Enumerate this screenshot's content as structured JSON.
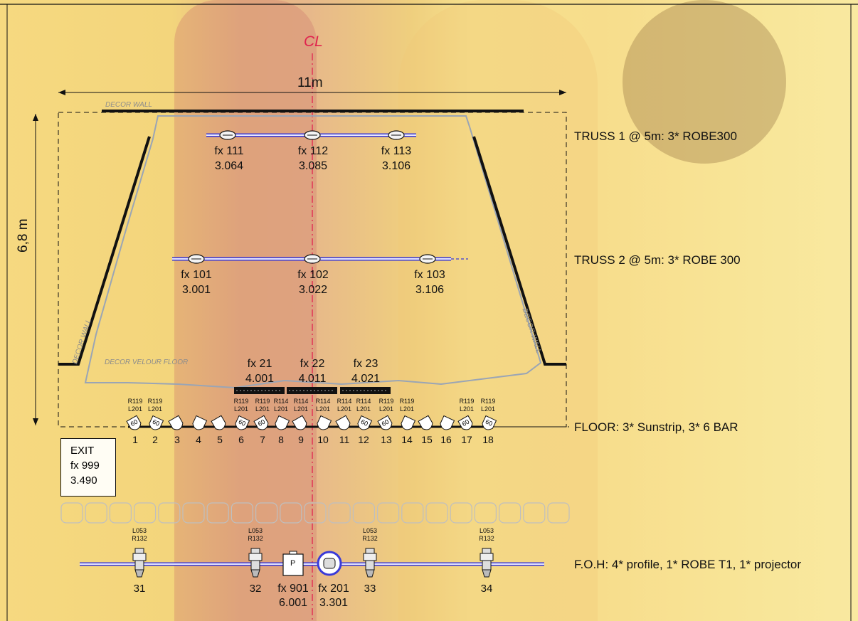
{
  "center_line": "CL",
  "width_dim": "11m",
  "depth_dim": "6,8 m",
  "decor_labels": {
    "top": "DECOR WALL",
    "left": "DECOR WALL",
    "right": "DECOR WALL",
    "floor": "DECOR VELOUR FLOOR"
  },
  "truss1": {
    "label": "TRUSS 1 @ 5m: 3* ROBE300",
    "fixtures": [
      {
        "name": "fx 111",
        "addr": "3.064"
      },
      {
        "name": "fx 112",
        "addr": "3.085"
      },
      {
        "name": "fx 113",
        "addr": "3.106"
      }
    ]
  },
  "truss2": {
    "label": "TRUSS 2 @ 5m: 3* ROBE 300",
    "fixtures": [
      {
        "name": "fx 101",
        "addr": "3.001"
      },
      {
        "name": "fx 102",
        "addr": "3.022"
      },
      {
        "name": "fx 103",
        "addr": "3.106"
      }
    ]
  },
  "sunstrips": [
    {
      "name": "fx 21",
      "addr": "4.001"
    },
    {
      "name": "fx 22",
      "addr": "4.011"
    },
    {
      "name": "fx 23",
      "addr": "4.021"
    }
  ],
  "floor": {
    "label": "FLOOR: 3* Sunstrip, 3* 6 BAR",
    "lamps": [
      {
        "n": "1",
        "gel": [
          "R119",
          "L201"
        ],
        "t": "60"
      },
      {
        "n": "2",
        "gel": [
          "R119",
          "L201"
        ],
        "t": "60"
      },
      {
        "n": "3",
        "gel": [],
        "t": ""
      },
      {
        "n": "4",
        "gel": [],
        "t": ""
      },
      {
        "n": "5",
        "gel": [],
        "t": ""
      },
      {
        "n": "6",
        "gel": [
          "R119",
          "L201"
        ],
        "t": "60"
      },
      {
        "n": "7",
        "gel": [
          "R119",
          "L201"
        ],
        "t": "60"
      },
      {
        "n": "8",
        "gel": [
          "R114",
          "L201"
        ],
        "t": ""
      },
      {
        "n": "9",
        "gel": [
          "R114",
          "L201"
        ],
        "t": ""
      },
      {
        "n": "10",
        "gel": [
          "R114",
          "L201"
        ],
        "t": ""
      },
      {
        "n": "11",
        "gel": [
          "R114",
          "L201"
        ],
        "t": ""
      },
      {
        "n": "12",
        "gel": [
          "R114",
          "L201"
        ],
        "t": "60"
      },
      {
        "n": "13",
        "gel": [
          "R119",
          "L201"
        ],
        "t": "60"
      },
      {
        "n": "14",
        "gel": [
          "R119",
          "L201"
        ],
        "t": ""
      },
      {
        "n": "15",
        "gel": [],
        "t": ""
      },
      {
        "n": "16",
        "gel": [],
        "t": ""
      },
      {
        "n": "17",
        "gel": [
          "R119",
          "L201"
        ],
        "t": "60"
      },
      {
        "n": "18",
        "gel": [
          "R119",
          "L201"
        ],
        "t": "60"
      }
    ]
  },
  "exit": {
    "lines": [
      "EXIT",
      "fx 999",
      "3.490"
    ]
  },
  "foh": {
    "label": "F.O.H: 4* profile, 1* ROBE T1, 1* projector",
    "profiles": [
      {
        "n": "31",
        "gel": [
          "L053",
          "R132"
        ]
      },
      {
        "n": "32",
        "gel": [
          "L053",
          "R132"
        ]
      },
      {
        "n": "33",
        "gel": [
          "L053",
          "R132"
        ]
      },
      {
        "n": "34",
        "gel": [
          "L053",
          "R132"
        ]
      }
    ],
    "projector": {
      "symbol": "P",
      "name": "fx 901",
      "addr": "6.001"
    },
    "robe_t1": {
      "name": "fx 201",
      "addr": "3.301"
    }
  },
  "audience_seat_count": 21
}
